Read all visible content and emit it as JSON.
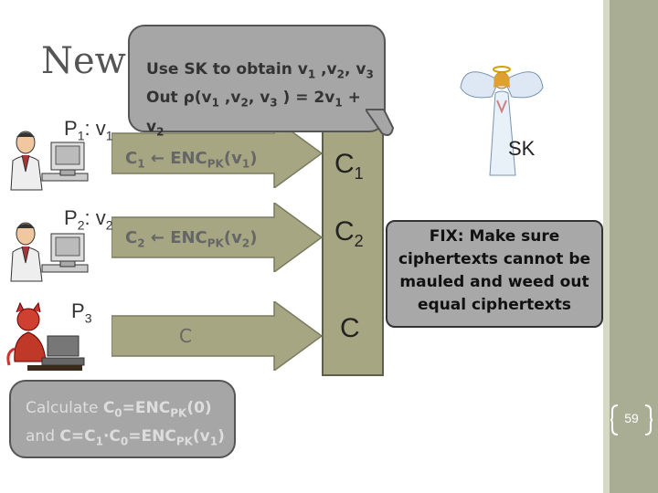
{
  "title": "New",
  "parties": [
    {
      "label_main": "P",
      "label_sub": "1",
      "label_suffix": ": v",
      "label_suffix_sub": "1"
    },
    {
      "label_main": "P",
      "label_sub": "2",
      "label_suffix": ": v",
      "label_suffix_sub": "2"
    },
    {
      "label_main": "P",
      "label_sub": "3"
    }
  ],
  "arrows": [
    {
      "text": "C",
      "sub1": "1",
      "mid": " ← ENC",
      "sub2": "PK",
      "paren": "(v",
      "sub3": "1",
      "end": ")"
    },
    {
      "text": "C",
      "sub1": "2",
      "mid": " ← ENC",
      "sub2": "PK",
      "paren": "(v",
      "sub3": "2",
      "end": ")"
    },
    {
      "text": "C"
    }
  ],
  "box_items": [
    {
      "main": "C",
      "sub": "1"
    },
    {
      "main": "C",
      "sub": "2"
    },
    {
      "main": "C"
    }
  ],
  "sk_label": "SK",
  "top_callout": {
    "line1_a": "Use SK to obtain v",
    "line1_b": "1",
    "line1_c": " ,v",
    "line1_d": "2",
    "line1_e": ", v",
    "line1_f": "3",
    "line2_a": "Out ρ(v",
    "line2_b": "1",
    "line2_c": " ,v",
    "line2_d": "2",
    "line2_e": ", v",
    "line2_f": "3",
    "line2_g": " ) = 2v",
    "line2_h": "1",
    "line2_i": " + v",
    "line2_j": "2"
  },
  "bottom_callout": {
    "line1_a": "Calculate ",
    "line1_b": "C",
    "line1_c": "0",
    "line1_d": "=ENC",
    "line1_e": "PK",
    "line1_f": "(0)",
    "line2_a": "and ",
    "line2_b": "C=C",
    "line2_c": "1",
    "line2_d": "·C",
    "line2_e": "0",
    "line2_f": "=ENC",
    "line2_g": "PK",
    "line2_h": "(v",
    "line2_i": "1",
    "line2_j": ")"
  },
  "fix_text": "FIX: Make sure ciphertexts cannot be mauled and weed out equal ciphertexts",
  "page_number": "59",
  "colors": {
    "box": "#a6a682",
    "arrow": "#a6a682",
    "sidebar": "#a8ad93"
  }
}
